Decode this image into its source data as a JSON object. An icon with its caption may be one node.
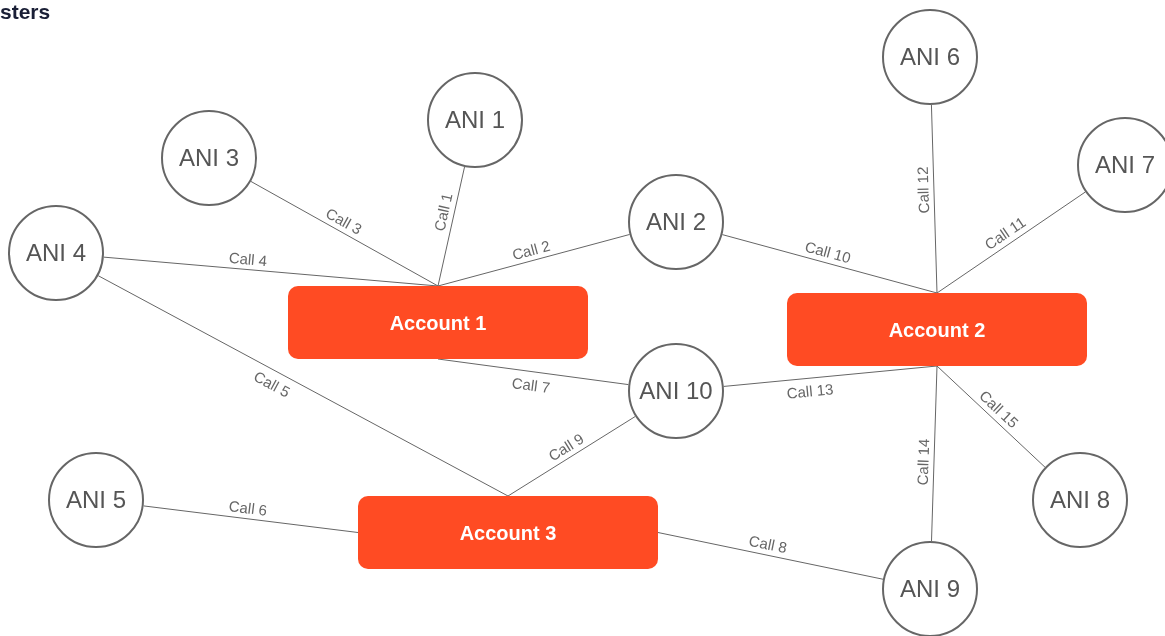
{
  "diagram": {
    "title": "sters",
    "nodes": [
      {
        "text": [
          "ANI 1"
        ]
      },
      {
        "text": [
          "ANI 3"
        ]
      },
      {
        "text": [
          "ANI 6"
        ]
      },
      {
        "text": [
          "ANI 7"
        ]
      },
      {
        "text": [
          "ANI 2"
        ]
      },
      {
        "text": [
          "ANI 4"
        ]
      },
      {
        "text": [
          "Account 1"
        ]
      },
      {
        "text": [
          "Account 2"
        ]
      },
      {
        "text": [
          "ANI 10"
        ]
      },
      {
        "text": [
          "ANI 5"
        ]
      },
      {
        "text": [
          "ANI 8"
        ]
      },
      {
        "text": [
          "Account 3"
        ]
      },
      {
        "text": [
          "ANI 9"
        ]
      }
    ],
    "edges": [
      {
        "from": 0,
        "to": 6,
        "arrow": "none",
        "label": "Call 1"
      },
      {
        "from": 4,
        "to": 6,
        "arrow": "none",
        "label": "Call 2"
      },
      {
        "from": 1,
        "to": 6,
        "arrow": "none",
        "label": "Call 3"
      },
      {
        "from": 5,
        "to": 6,
        "arrow": "none",
        "label": "Call 4"
      },
      {
        "from": 5,
        "to": 11,
        "arrow": "none",
        "label": "Call 5"
      },
      {
        "from": 9,
        "to": 11,
        "arrow": "none",
        "label": "Call 6"
      },
      {
        "from": 6,
        "to": 8,
        "arrow": "none",
        "label": "Call 7"
      },
      {
        "from": 11,
        "to": 12,
        "arrow": "none",
        "label": "Call 8"
      },
      {
        "from": 8,
        "to": 11,
        "arrow": "none",
        "label": "Call 9"
      },
      {
        "from": 4,
        "to": 7,
        "arrow": "none",
        "label": "Call 10"
      },
      {
        "from": 3,
        "to": 7,
        "arrow": "none",
        "label": "Call 11"
      },
      {
        "from": 2,
        "to": 7,
        "arrow": "none",
        "label": "Call 12"
      },
      {
        "from": 8,
        "to": 7,
        "arrow": "none",
        "label": "Call 13"
      },
      {
        "from": 7,
        "to": 12,
        "arrow": "none",
        "label": "Call 14"
      },
      {
        "from": 7,
        "to": 10,
        "arrow": "none",
        "label": "Call 15"
      }
    ]
  }
}
